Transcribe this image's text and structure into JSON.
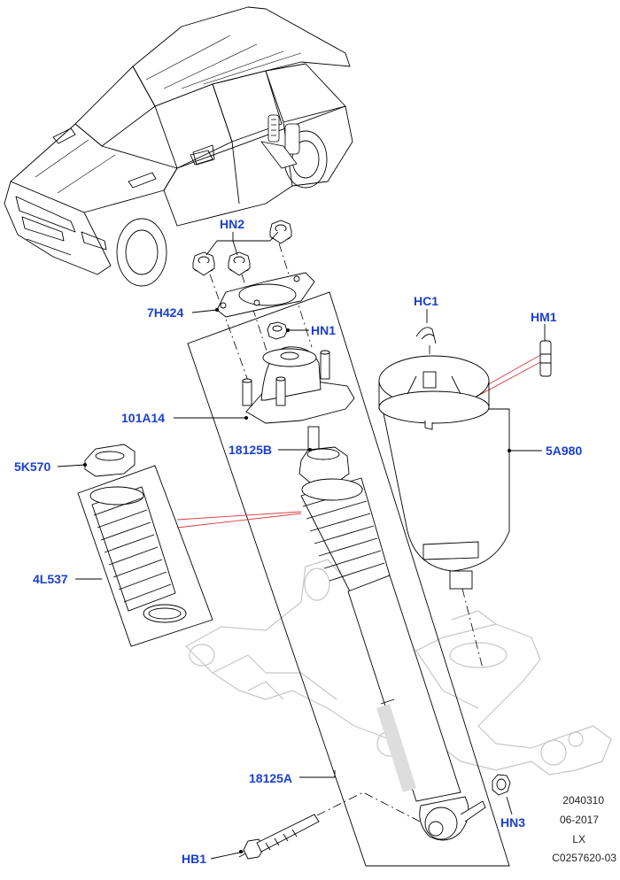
{
  "theme": {
    "callout_color": "#1a3fd1",
    "line_color": "#000000",
    "ghost_color": "#c8c8c8",
    "accent_line": "#d63a3a"
  },
  "callouts": {
    "hn2": "HN2",
    "h7424": "7H424",
    "hn1": "HN1",
    "a101_14": "101A14",
    "b18125": "18125B",
    "k5_570": "5K570",
    "l4_537": "4L537",
    "a18125": "18125A",
    "hb1": "HB1",
    "hc1": "HC1",
    "hm1": "HM1",
    "a5_980": "5A980",
    "hn3": "HN3"
  },
  "reference": {
    "code": "2040310",
    "date": "06-2017",
    "market": "LX",
    "illustration_id": "C0257620-03"
  },
  "icons": [
    "vehicle-outline",
    "rear-subframe-ghost",
    "shock-absorber",
    "air-spring"
  ]
}
